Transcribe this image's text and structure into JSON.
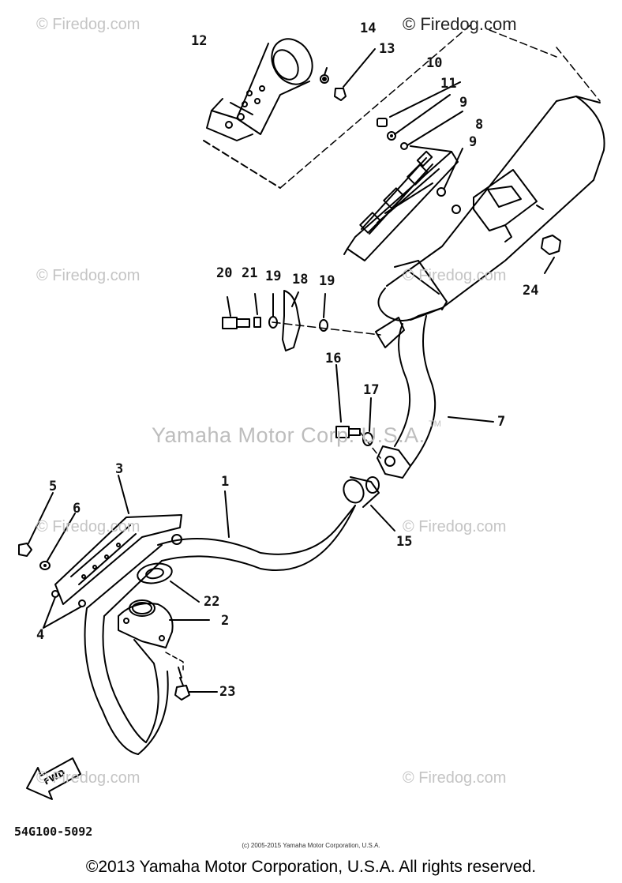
{
  "watermarks": {
    "top_left": "© Firedog.com",
    "top_right": "© Firedog.com",
    "mid_left": "© Firedog.com",
    "mid_right": "© Firedog.com",
    "low_left": "© Firedog.com",
    "low_right": "© Firedog.com",
    "bottom_left": "© Firedog.com",
    "bottom_right": "© Firedog.com",
    "center": "Yamaha Motor Corp. U.S.A.",
    "trademark": "TM"
  },
  "callouts": {
    "c1": "1",
    "c2": "2",
    "c3": "3",
    "c4": "4",
    "c5": "5",
    "c6": "6",
    "c7": "7",
    "c8": "8",
    "c9a": "9",
    "c9b": "9",
    "c10": "10",
    "c11": "11",
    "c12": "12",
    "c13": "13",
    "c14": "14",
    "c15": "15",
    "c16": "16",
    "c17": "17",
    "c18": "18",
    "c19a": "19",
    "c19b": "19",
    "c20": "20",
    "c21": "21",
    "c22": "22",
    "c23": "23",
    "c24": "24"
  },
  "fwd_label": "FWD",
  "part_code": "54G100-5092",
  "small_copyright": "(c) 2005-2015 Yamaha Motor Corporation, U.S.A.",
  "footer_copyright": "©2013 Yamaha Motor Corporation, U.S.A. All rights reserved."
}
